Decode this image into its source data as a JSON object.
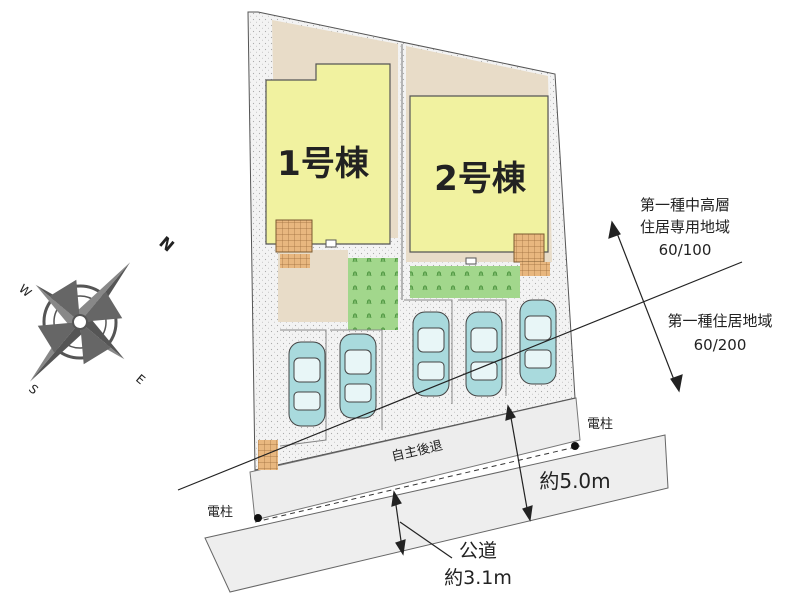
{
  "buildings": [
    {
      "label": "1号棟"
    },
    {
      "label": "2号棟"
    }
  ],
  "zones": [
    {
      "name": "第一種中高層",
      "sub": "住居専用地域",
      "ratio": "60/100"
    },
    {
      "name": "第一種住居地域",
      "ratio": "60/200"
    }
  ],
  "setback_label": "自主後退",
  "road": {
    "name": "公道",
    "width": "約3.1m"
  },
  "frontage_width": "約5.0m",
  "poles": [
    "電柱",
    "電柱"
  ],
  "compass": {
    "n": "N",
    "s": "S",
    "e": "E",
    "w": "W"
  },
  "colors": {
    "building": "#f1f2a0",
    "garden": "#9fd48a",
    "car": "#a9dadd",
    "tile": "#e8b77f",
    "yard": "#e8dcc8",
    "gravel": "#eeeeee"
  }
}
